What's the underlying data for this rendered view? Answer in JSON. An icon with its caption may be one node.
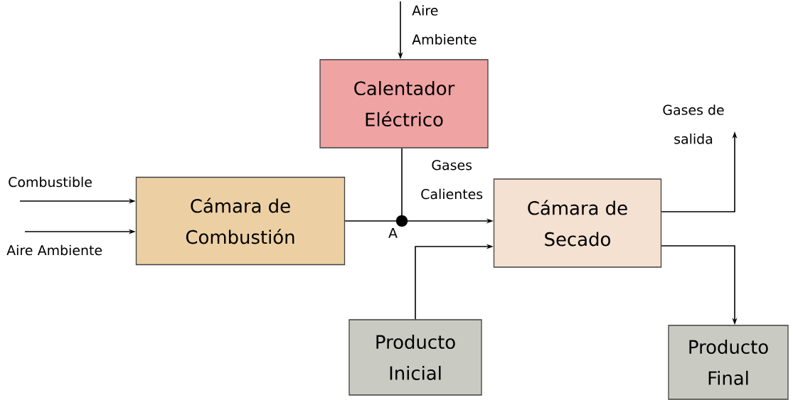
{
  "diagram": {
    "nodes": [
      {
        "text": [
          "Calentador Eléctrico"
        ]
      },
      {
        "text": [
          "Cámara de Combustión"
        ]
      },
      {
        "text": [
          "Cámara de Secado"
        ]
      },
      {
        "text": [
          "Producto Inicial"
        ]
      },
      {
        "text": [
          "Producto Final"
        ]
      },
      {
        "text": [],
        "shape": "circle",
        "beside": [
          "A"
        ]
      }
    ],
    "edges": [
      {
        "from": null,
        "to": 0,
        "arrow": "to",
        "label": "Aire Ambiente"
      },
      {
        "from": null,
        "to": 1,
        "arrow": "to",
        "label": "Combustible"
      },
      {
        "from": null,
        "to": 1,
        "arrow": "to",
        "label": "Aire Ambiente"
      },
      {
        "from": 0,
        "to": 5,
        "arrow": "none"
      },
      {
        "from": 1,
        "to": 5,
        "arrow": "none"
      },
      {
        "from": 5,
        "to": 2,
        "arrow": "to",
        "label": "Gases Calientes"
      },
      {
        "from": 3,
        "to": 2,
        "arrow": "to"
      },
      {
        "from": 2,
        "to": null,
        "arrow": "to",
        "label": "Gases de salida"
      },
      {
        "from": 2,
        "to": 4,
        "arrow": "to"
      }
    ]
  }
}
